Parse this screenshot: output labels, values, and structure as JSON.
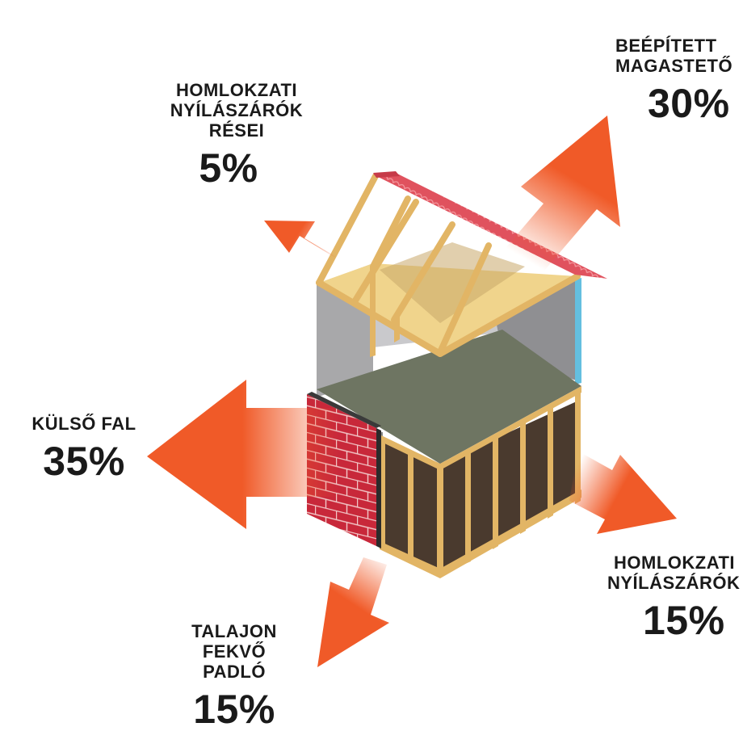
{
  "labels": {
    "roof": {
      "lines": [
        "BEÉPÍTETT",
        "MAGASTETŐ"
      ],
      "percent": "30%"
    },
    "window_gaps": {
      "lines": [
        "HOMLOKZATI",
        "NYÍLÁSZÁRÓK",
        "RÉSEI"
      ],
      "percent": "5%"
    },
    "outer_wall": {
      "lines": [
        "KÜLSŐ FAL"
      ],
      "percent": "35%"
    },
    "windows": {
      "lines": [
        "HOMLOKZATI",
        "NYÍLÁSZÁRÓK"
      ],
      "percent": "15%"
    },
    "floor": {
      "lines": [
        "TALAJON",
        "FEKVŐ",
        "PADLÓ"
      ],
      "percent": "15%"
    }
  },
  "colors": {
    "arrow": "#f05a28",
    "roof_tiles": "#e0525e",
    "timber": "#e2b565",
    "ceiling": "#f0d48c",
    "slab": "#6e7562",
    "brick": "#c8283a",
    "wall_grey": "#a8a8aa"
  }
}
